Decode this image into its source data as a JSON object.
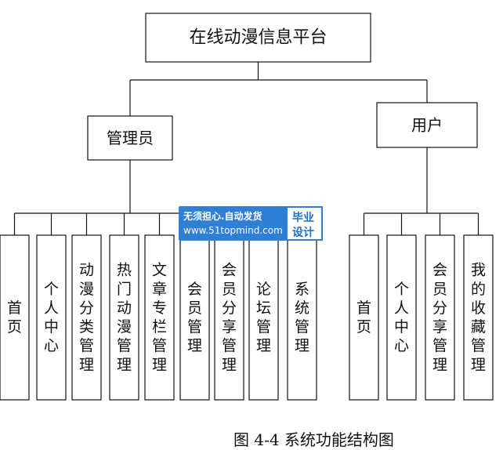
{
  "root": {
    "label": "在线动漫信息平台"
  },
  "admin": {
    "label": "管理员",
    "children": [
      "首页",
      "个人中心",
      "动漫分类管理",
      "热门动漫管理",
      "文章专栏管理",
      "会员管理",
      "会员分享管理",
      "论坛管理",
      "系统管理"
    ]
  },
  "user": {
    "label": "用户",
    "children": [
      "首页",
      "个人中心",
      "会员分享管理",
      "我的收藏管理"
    ]
  },
  "caption": "图 4-4 系统功能结构图",
  "watermark": {
    "line1": "无须担心.自动发货",
    "line2": "www.51topmind.com",
    "badge1": "毕业",
    "badge2": "设计"
  }
}
